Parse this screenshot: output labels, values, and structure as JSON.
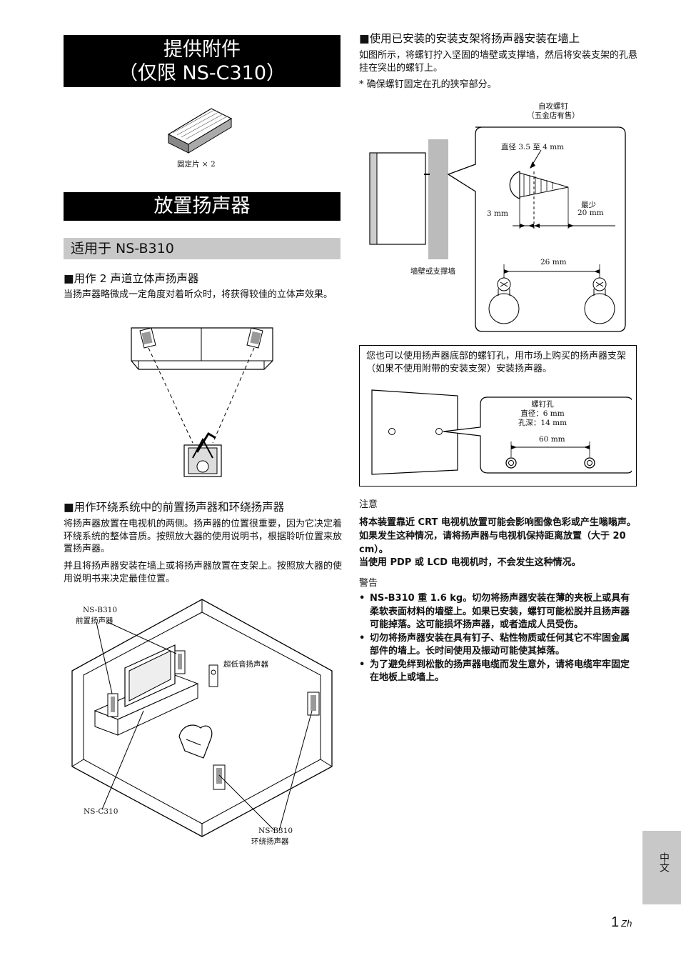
{
  "left": {
    "title1_line1": "提供附件",
    "title1_line2": "（仅限 NS-C310）",
    "fixing_label": "固定片 × 2",
    "title2": "放置扬声器",
    "subtitle": "适用于 NS-B310",
    "sec1_heading": "■用作 2 声道立体声扬声器",
    "sec1_body": "当扬声器略微成一定角度对着听众时，将获得较佳的立体声效果。",
    "sec2_heading": "■用作环绕系统中的前置扬声器和环绕扬声器",
    "sec2_body1": "将扬声器放置在电视机的两侧。扬声器的位置很重要，因为它决定着环绕系统的整体音质。按照放大器的使用说明书，根据聆听位置来放置扬声器。",
    "sec2_body2": "并且将扬声器安装在墙上或将扬声器放置在支架上。按照放大器的使用说明书来决定最佳位置。",
    "room_front_model": "NS-B310",
    "room_front_label": "前置扬声器",
    "room_sub_label": "超低音扬声器",
    "room_center_label": "NS-C310",
    "room_surround_model": "NS-B310",
    "room_surround_label": "环绕扬声器"
  },
  "right": {
    "heading": "■使用已安装的安装支架将扬声器安装在墙上",
    "body": "如图所示，将螺钉拧入坚固的墙壁或支撑墙，然后将安装支架的孔悬挂在突出的螺钉上。",
    "note_star": "* 确保螺钉固定在孔的狭窄部分。",
    "screw_label1": "自攻螺钉",
    "screw_label2": "（五金店有售）",
    "diameter": "直径 3.5 至 4 mm",
    "min_label": "最少",
    "min_value": "20 mm",
    "head_value": "3 mm",
    "spacing": "26 mm",
    "wall_label": "墙壁或支撑墙",
    "box_text": "您也可以使用扬声器底部的螺钉孔，用市场上购买的扬声器支架（如果不使用附带的安装支架）安装扬声器。",
    "hole_title": "螺钉孔",
    "hole_diameter": "直径：6 mm",
    "hole_depth": "孔深：14 mm",
    "hole_spacing": "60 mm",
    "caution_heading": "注意",
    "caution_text": "将本装置靠近 CRT 电视机放置可能会影响图像色彩或产生嗡嗡声。如果发生这种情况，请将扬声器与电视机保持距离放置（大于 20 cm）。",
    "caution_text2": "当使用 PDP 或 LCD 电视机时，不会发生这种情况。",
    "warning_heading": "警告",
    "warnings": [
      "NS-B310 重 1.6 kg。切勿将扬声器安装在薄的夹板上或具有柔软表面材料的墙壁上。如果已安装，螺钉可能松脱并且扬声器可能掉落。这可能损坏扬声器，或者造成人员受伤。",
      "切勿将扬声器安装在具有钉子、粘性物质或任何其它不牢固金属部件的墙上。长时间使用及振动可能使其掉落。",
      "为了避免绊到松散的扬声器电缆而发生意外，请将电缆牢牢固定在地板上或墙上。"
    ]
  },
  "footer": {
    "lang_tab": "中文",
    "page_number": "1",
    "page_suffix": "Zh"
  }
}
